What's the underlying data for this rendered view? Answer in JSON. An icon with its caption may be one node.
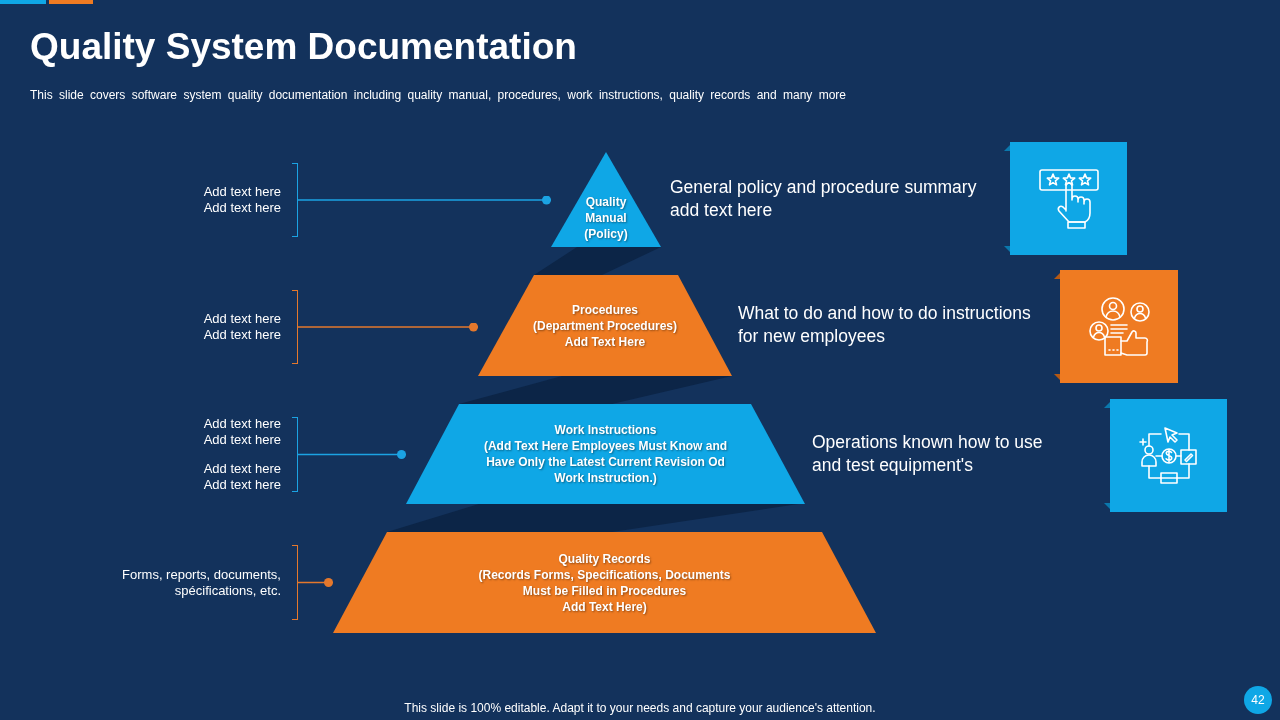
{
  "diagram": {
    "title": "Quality System Documentation",
    "nodes": [
      {
        "text": [
          "Add text here",
          "Add text here"
        ]
      },
      {
        "text": [
          "Add text here",
          "Add text here"
        ]
      },
      {
        "text": [
          "Add text here",
          "Add text here",
          "Add text here",
          "Add text here"
        ]
      },
      {
        "text": [
          "Forms, reports, documents, spécifications, etc."
        ]
      },
      {
        "text": [
          "Quality Manual (Policy)"
        ],
        "beside": [
          "General policy and procedure summary add text here"
        ]
      },
      {
        "text": [
          "Procedures",
          "(Department Procedures)",
          "Add Text Here"
        ],
        "beside": [
          "What to do and how to do instructions for new employees"
        ]
      },
      {
        "text": [
          "Work Instructions",
          "(Add Text Here Employees Must Know and Have Only the Latest Current Revision Od Work Instruction.)"
        ],
        "beside": [
          "Operations known how to use and test equipment's"
        ]
      },
      {
        "text": [
          "Quality Records",
          "(Records Forms, Specifications, Documents Must be Filled in Procedures",
          "Add Text Here)"
        ]
      }
    ],
    "edges": [
      {
        "from": 0,
        "to": 4,
        "arrow": "other",
        "color": "#1ba3e3"
      },
      {
        "from": 1,
        "to": 5,
        "arrow": "other",
        "color": "#e4782c"
      },
      {
        "from": 2,
        "to": 6,
        "arrow": "other",
        "color": "#1ba3e3"
      },
      {
        "from": 3,
        "to": 7,
        "arrow": "other",
        "color": "#e4782c"
      }
    ],
    "labels": [
      "This slide covers software system quality documentation including quality manual, procedures, work instructions, quality records and many more",
      "This slide is 100% editable. Adapt it to your needs and capture your audience's attention.",
      "42"
    ]
  }
}
